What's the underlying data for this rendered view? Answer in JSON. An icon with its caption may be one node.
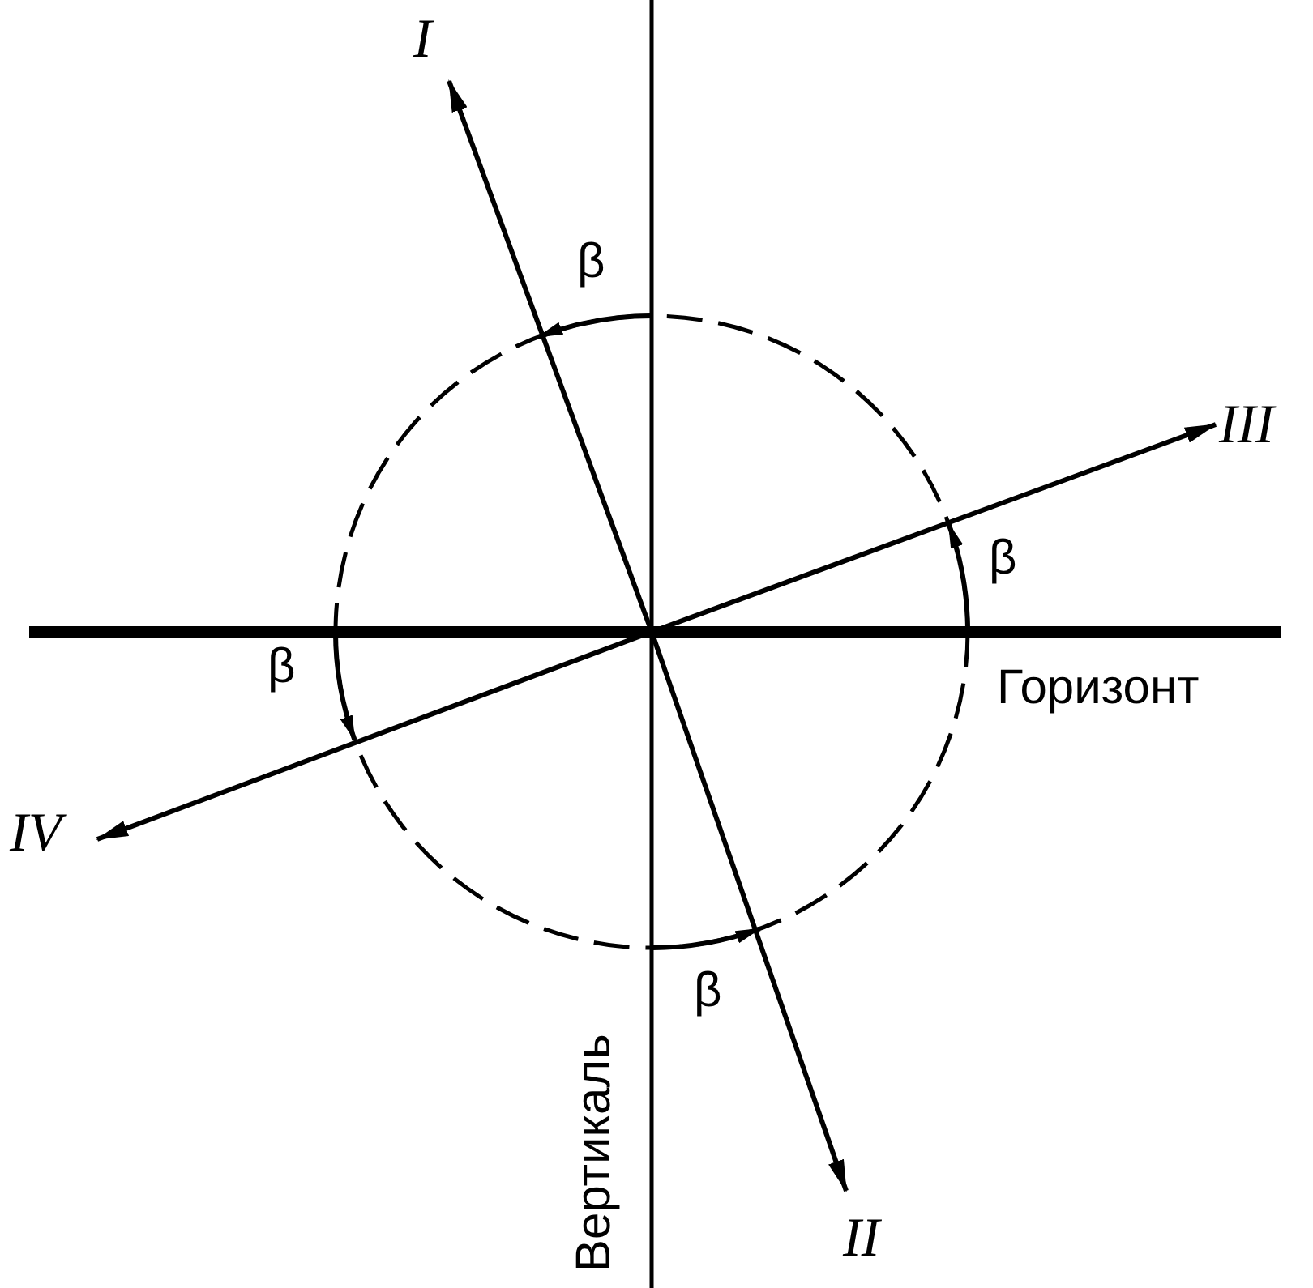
{
  "diagram": {
    "nodes": [
      {
        "text": [
          "I"
        ]
      },
      {
        "text": [
          "III"
        ]
      },
      {
        "text": [
          "IV"
        ]
      },
      {
        "text": [
          "II"
        ]
      }
    ],
    "edges": [
      {
        "from": null,
        "to": 0,
        "arrow": "to"
      },
      {
        "from": null,
        "to": 1,
        "arrow": "to"
      },
      {
        "from": null,
        "to": 2,
        "arrow": "to"
      },
      {
        "from": null,
        "to": 3,
        "arrow": "to"
      }
    ],
    "labels": [
      "β",
      "β",
      "β",
      "Горизонт",
      "β",
      "Вертикаль"
    ]
  }
}
